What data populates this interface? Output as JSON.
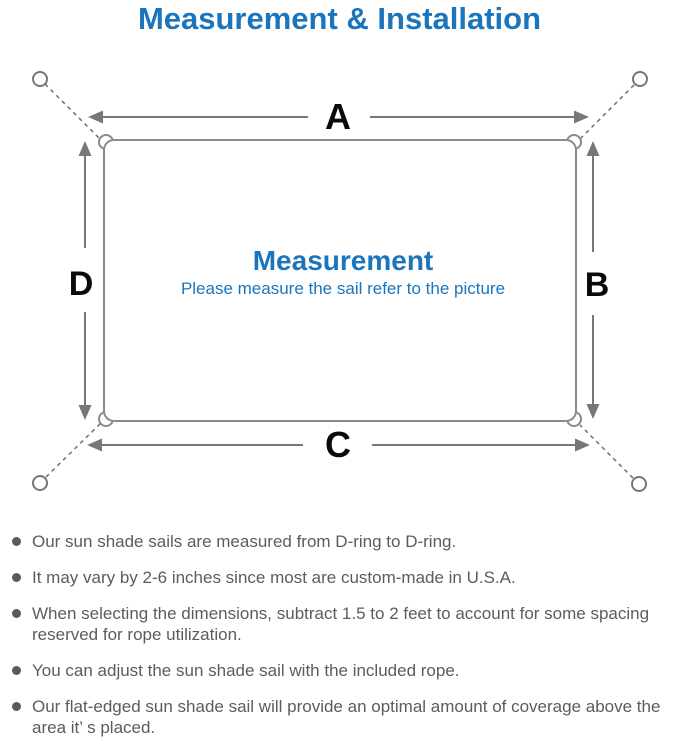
{
  "page": {
    "title": "Measurement & Installation"
  },
  "diagram": {
    "labels": {
      "top": "A",
      "right": "B",
      "bottom": "C",
      "left": "D"
    },
    "center_title": "Measurement",
    "center_subtitle": "Please measure the sail refer to the picture"
  },
  "notes": [
    "Our sun shade sails are measured from D-ring to D-ring.",
    "It may vary by 2-6 inches since most are custom-made in U.S.A.",
    "When selecting the dimensions, subtract 1.5 to 2 feet to account for some spacing reserved for rope utilization.",
    "You can adjust the sun shade sail with the included rope.",
    "Our flat-edged sun shade sail will provide an optimal amount of coverage above the area it’ s placed."
  ],
  "colors": {
    "accent_blue": "#1b75bc",
    "line_gray": "#7a7a7a",
    "sail_edge_gray": "#8a8a8a",
    "note_text_gray": "#5c5c5c",
    "label_black": "#0a0a0a"
  }
}
